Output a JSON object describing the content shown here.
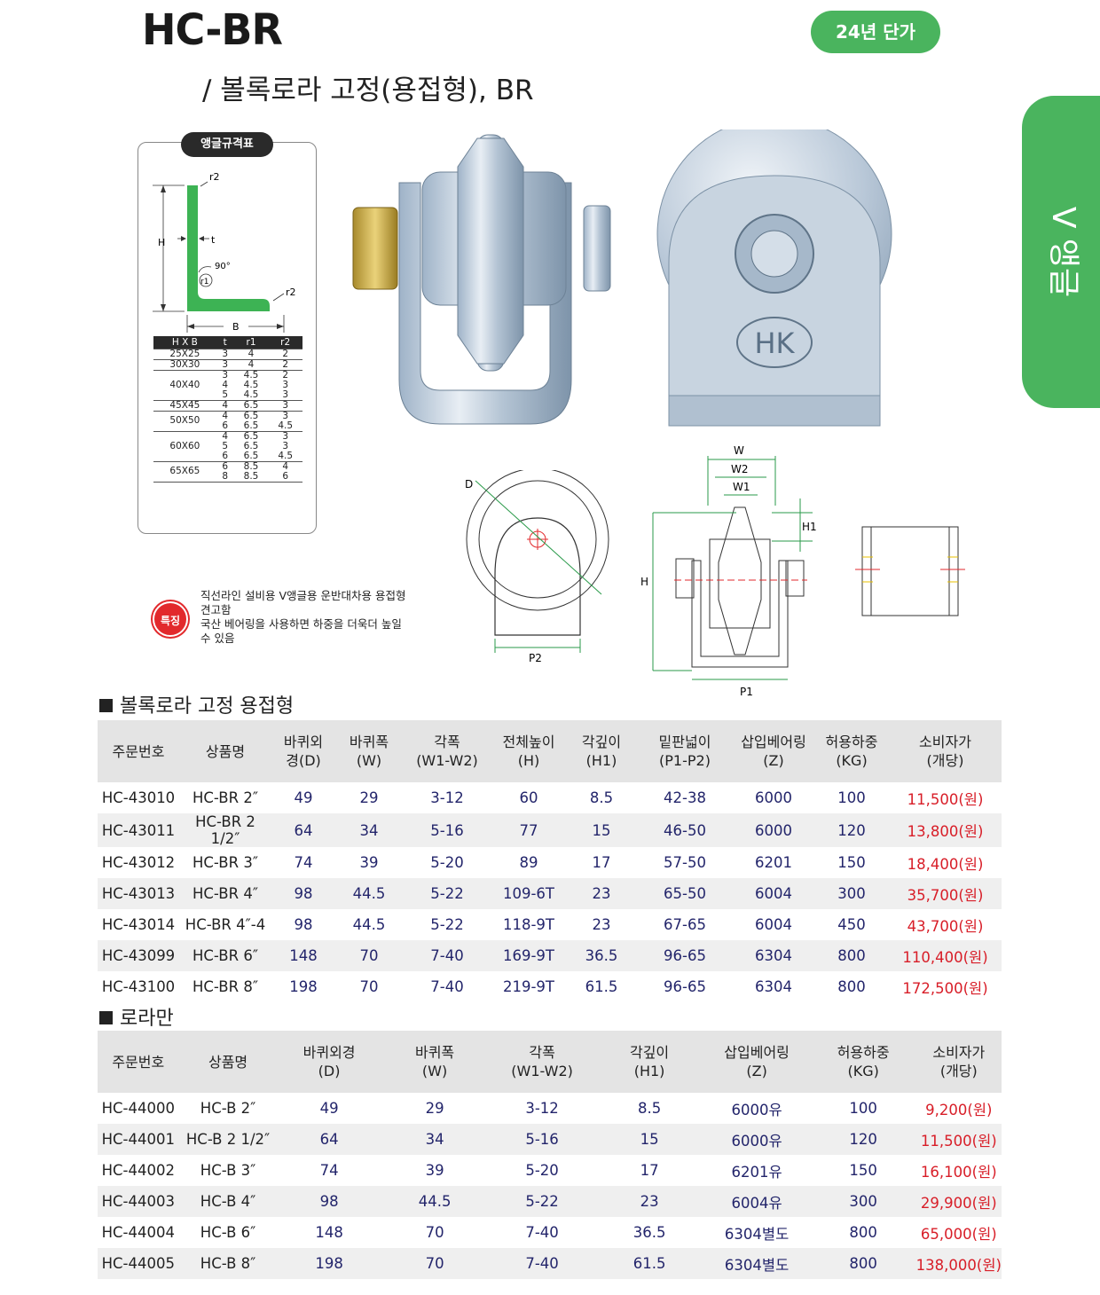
{
  "header": {
    "model": "HC-BR",
    "subtitle": "/ 볼록로라 고정(용접형), BR",
    "price_badge": "24년 단가",
    "side_tab": "V 앵글"
  },
  "angle_spec": {
    "title": "앵글규격표",
    "diagram_labels": {
      "r2_top": "r2",
      "h": "H",
      "t": "t",
      "angle": "90°",
      "r1": "r1",
      "r2_bottom": "r2",
      "b": "B"
    },
    "columns": [
      "H X B",
      "t",
      "r1",
      "r2"
    ],
    "groups": [
      {
        "size": "25X25",
        "rows": [
          [
            "3",
            "4",
            "2"
          ]
        ]
      },
      {
        "size": "30X30",
        "rows": [
          [
            "3",
            "4",
            "2"
          ]
        ]
      },
      {
        "size": "40X40",
        "rows": [
          [
            "3",
            "4.5",
            "2"
          ],
          [
            "4",
            "4.5",
            "3"
          ],
          [
            "5",
            "4.5",
            "3"
          ]
        ]
      },
      {
        "size": "45X45",
        "rows": [
          [
            "4",
            "6.5",
            "3"
          ]
        ]
      },
      {
        "size": "50X50",
        "rows": [
          [
            "4",
            "6.5",
            "3"
          ],
          [
            "6",
            "6.5",
            "4.5"
          ]
        ]
      },
      {
        "size": "60X60",
        "rows": [
          [
            "4",
            "6.5",
            "3"
          ],
          [
            "5",
            "6.5",
            "3"
          ],
          [
            "6",
            "6.5",
            "4.5"
          ]
        ]
      },
      {
        "size": "65X65",
        "rows": [
          [
            "6",
            "8.5",
            "4"
          ],
          [
            "8",
            "8.5",
            "6"
          ]
        ]
      }
    ]
  },
  "photo_logo": "HK",
  "drawing_labels": {
    "d": "D",
    "p2": "P2",
    "w": "W",
    "w2": "W2",
    "w1": "W1",
    "h1": "H1",
    "h": "H",
    "p1": "P1"
  },
  "feature": {
    "badge": "특징",
    "lines": [
      "직선라인 설비용 V앵글용 운반대차용 용접형",
      "견고함",
      "국산 베어링을 사용하면 하중을 더욱더 높일",
      "수 있음"
    ]
  },
  "section1": {
    "title": "볼록로라 고정 용접형",
    "headers": [
      {
        "l1": "주문번호",
        "l2": ""
      },
      {
        "l1": "상품명",
        "l2": ""
      },
      {
        "l1": "바퀴외",
        "l2": "경(D)"
      },
      {
        "l1": "바퀴폭",
        "l2": "(W)"
      },
      {
        "l1": "각폭",
        "l2": "(W1-W2)"
      },
      {
        "l1": "전체높이",
        "l2": "(H)"
      },
      {
        "l1": "각깊이",
        "l2": "(H1)"
      },
      {
        "l1": "밑판넓이",
        "l2": "(P1-P2)"
      },
      {
        "l1": "삽입베어링",
        "l2": "(Z)"
      },
      {
        "l1": "허용하중",
        "l2": "(KG)"
      },
      {
        "l1": "소비자가",
        "l2": "(개당)"
      }
    ],
    "rows": [
      [
        "HC-43010",
        "HC-BR 2″",
        "49",
        "29",
        "3-12",
        "60",
        "8.5",
        "42-38",
        "6000",
        "100",
        "11,500(원)"
      ],
      [
        "HC-43011",
        "HC-BR 2 1/2″",
        "64",
        "34",
        "5-16",
        "77",
        "15",
        "46-50",
        "6000",
        "120",
        "13,800(원)"
      ],
      [
        "HC-43012",
        "HC-BR 3″",
        "74",
        "39",
        "5-20",
        "89",
        "17",
        "57-50",
        "6201",
        "150",
        "18,400(원)"
      ],
      [
        "HC-43013",
        "HC-BR 4″",
        "98",
        "44.5",
        "5-22",
        "109-6T",
        "23",
        "65-50",
        "6004",
        "300",
        "35,700(원)"
      ],
      [
        "HC-43014",
        "HC-BR 4″-4",
        "98",
        "44.5",
        "5-22",
        "118-9T",
        "23",
        "67-65",
        "6004",
        "450",
        "43,700(원)"
      ],
      [
        "HC-43099",
        "HC-BR 6″",
        "148",
        "70",
        "7-40",
        "169-9T",
        "36.5",
        "96-65",
        "6304",
        "800",
        "110,400(원)"
      ],
      [
        "HC-43100",
        "HC-BR 8″",
        "198",
        "70",
        "7-40",
        "219-9T",
        "61.5",
        "96-65",
        "6304",
        "800",
        "172,500(원)"
      ]
    ]
  },
  "section2": {
    "title": "로라만",
    "headers": [
      {
        "l1": "주문번호",
        "l2": ""
      },
      {
        "l1": "상품명",
        "l2": ""
      },
      {
        "l1": "바퀴외경",
        "l2": "(D)"
      },
      {
        "l1": "바퀴폭",
        "l2": "(W)"
      },
      {
        "l1": "각폭",
        "l2": "(W1-W2)"
      },
      {
        "l1": "각깊이",
        "l2": "(H1)"
      },
      {
        "l1": "삽입베어링",
        "l2": "(Z)"
      },
      {
        "l1": "허용하중",
        "l2": "(KG)"
      },
      {
        "l1": "소비자가",
        "l2": "(개당)"
      }
    ],
    "rows": [
      [
        "HC-44000",
        "HC-B 2″",
        "49",
        "29",
        "3-12",
        "8.5",
        "6000유",
        "100",
        "9,200(원)"
      ],
      [
        "HC-44001",
        "HC-B 2 1/2″",
        "64",
        "34",
        "5-16",
        "15",
        "6000유",
        "120",
        "11,500(원)"
      ],
      [
        "HC-44002",
        "HC-B 3″",
        "74",
        "39",
        "5-20",
        "17",
        "6201유",
        "150",
        "16,100(원)"
      ],
      [
        "HC-44003",
        "HC-B 4″",
        "98",
        "44.5",
        "5-22",
        "23",
        "6004유",
        "300",
        "29,900(원)"
      ],
      [
        "HC-44004",
        "HC-B 6″",
        "148",
        "70",
        "7-40",
        "36.5",
        "6304별도",
        "800",
        "65,000(원)"
      ],
      [
        "HC-44005",
        "HC-B 8″",
        "198",
        "70",
        "7-40",
        "61.5",
        "6304별도",
        "800",
        "138,000(원)"
      ]
    ]
  },
  "colors": {
    "accent_green": "#4ab45e",
    "price_red": "#d81e28",
    "value_navy": "#23256b",
    "header_gray": "#e4e4e4"
  }
}
